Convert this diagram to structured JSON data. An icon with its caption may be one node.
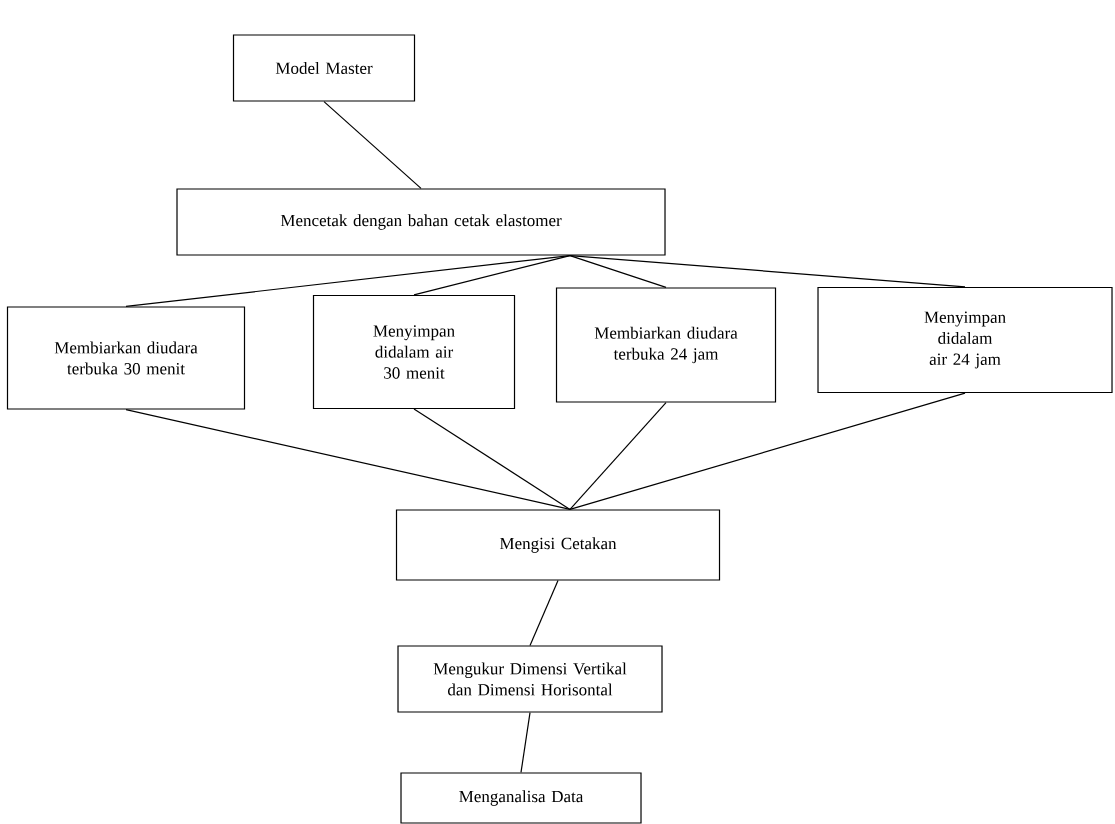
{
  "diagram": {
    "nodes": [
      {
        "text": [
          "Model Master"
        ]
      },
      {
        "text": [
          "Mencetak dengan bahan cetak elastomer"
        ]
      },
      {
        "text": [
          "Membiarkan diudara terbuka 30 menit"
        ]
      },
      {
        "text": [
          "Menyimpan didalam air 30 menit"
        ]
      },
      {
        "text": [
          "Membiarkan diudara terbuka 24 jam"
        ]
      },
      {
        "text": [
          "Menyimpan didalam air 24 jam"
        ]
      },
      {
        "text": [
          "Mengisi Cetakan"
        ]
      },
      {
        "text": [
          "Mengukur Dimensi Vertikal dan Dimensi Horisontal"
        ]
      },
      {
        "text": [
          "Menganalisa Data"
        ]
      }
    ],
    "edges": [
      {
        "from": 0,
        "to": 1,
        "arrow": "none"
      },
      {
        "from": 1,
        "to": 2,
        "arrow": "none"
      },
      {
        "from": 1,
        "to": 3,
        "arrow": "none"
      },
      {
        "from": 1,
        "to": 4,
        "arrow": "none"
      },
      {
        "from": 1,
        "to": 5,
        "arrow": "none"
      },
      {
        "from": 2,
        "to": 6,
        "arrow": "none"
      },
      {
        "from": 3,
        "to": 6,
        "arrow": "none"
      },
      {
        "from": 4,
        "to": 6,
        "arrow": "none"
      },
      {
        "from": 5,
        "to": 6,
        "arrow": "none"
      },
      {
        "from": 6,
        "to": 7,
        "arrow": "none"
      },
      {
        "from": 7,
        "to": 8,
        "arrow": "none"
      }
    ]
  }
}
